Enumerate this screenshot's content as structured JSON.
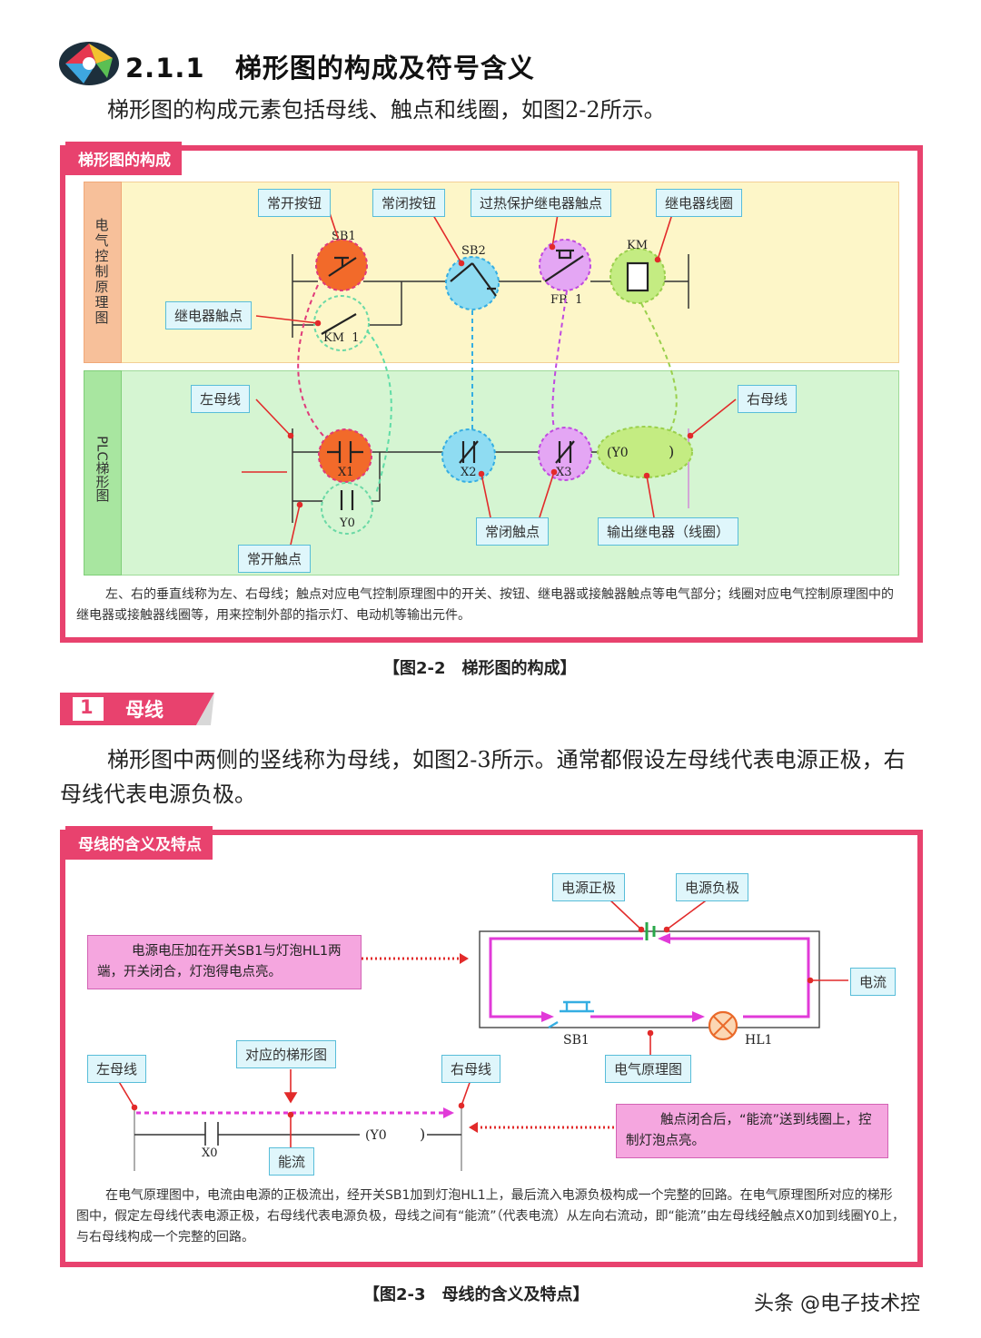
{
  "section": {
    "number": "2.1.1",
    "title": "梯形图的构成及符号含义",
    "intro": "梯形图的构成元素包括母线、触点和线圈，如图2-2所示。"
  },
  "figure1": {
    "tag": "梯形图的构成",
    "band_top_label": "电气控制原理图",
    "band_bottom_label": "PLC梯形图",
    "callouts": {
      "no_button": "常开按钮",
      "nc_button": "常闭按钮",
      "overload": "过热保护继电器触点",
      "relay_coil": "继电器线圈",
      "relay_contact": "继电器触点",
      "left_bus": "左母线",
      "right_bus": "右母线",
      "nc_contact": "常闭触点",
      "output_relay": "输出继电器（线圈）",
      "no_contact": "常开触点"
    },
    "symbols": {
      "sb1": "SB1",
      "sb2": "SB2",
      "km": "KM",
      "fr1": "FR  1",
      "km1": "KM  1",
      "x1": "X1",
      "x2": "X2",
      "x3": "X3",
      "y0": "Y0",
      "y0_coil": "(Y0",
      "coil_close": ")"
    },
    "note": "左、右的垂直线称为左、右母线；触点对应电气控制原理图中的开关、按钮、继电器或接触器触点等电气部分；线圈对应电气控制原理图中的继电器或接触器线圈等，用来控制外部的指示灯、电动机等输出元件。",
    "caption": "【图2-2　梯形图的构成】"
  },
  "subsection": {
    "number": "1",
    "title": "母线",
    "text": "梯形图中两侧的竖线称为母线，如图2-3所示。通常都假设左母线代表电源正极，右母线代表电源负极。"
  },
  "figure2": {
    "tag": "母线的含义及特点",
    "callouts": {
      "pos": "电源正极",
      "neg": "电源负极",
      "current": "电流",
      "schematic": "电气原理图",
      "left_bus": "左母线",
      "ladder": "对应的梯形图",
      "right_bus": "右母线",
      "energy": "能流"
    },
    "pink_top": "电源电压加在开关SB1与灯泡HL1两端，开关闭合，灯泡得电点亮。",
    "pink_bottom": "触点闭合后，“能流”送到线圈上，控制灯泡点亮。",
    "symbols": {
      "sb1": "SB1",
      "hl1": "HL1",
      "x0": "X0",
      "y0": "(Y0",
      "close": ")"
    },
    "note": "在电气原理图中，电流由电源的正极流出，经开关SB1加到灯泡HL1上，最后流入电源负极构成一个完整的回路。在电气原理图所对应的梯形图中，假定左母线代表电源正极，右母线代表电源负极，母线之间有“能流”（代表电流）从左向右流动，即“能流”由左母线经触点X0加到线圈Y0上，与右母线构成一个完整的回路。",
    "caption": "【图2-3　母线的含义及特点】"
  },
  "watermark": "头条 @电子技术控",
  "colors": {
    "frame": "#e8426e",
    "band_top": "#fdf6c8",
    "band_bottom": "#d5f5d2",
    "orange": "#f26a2a",
    "cyan": "#8fdcf2",
    "violet": "#e4a6f4",
    "green": "#c4ec82",
    "magenta": "#e13ad8"
  }
}
